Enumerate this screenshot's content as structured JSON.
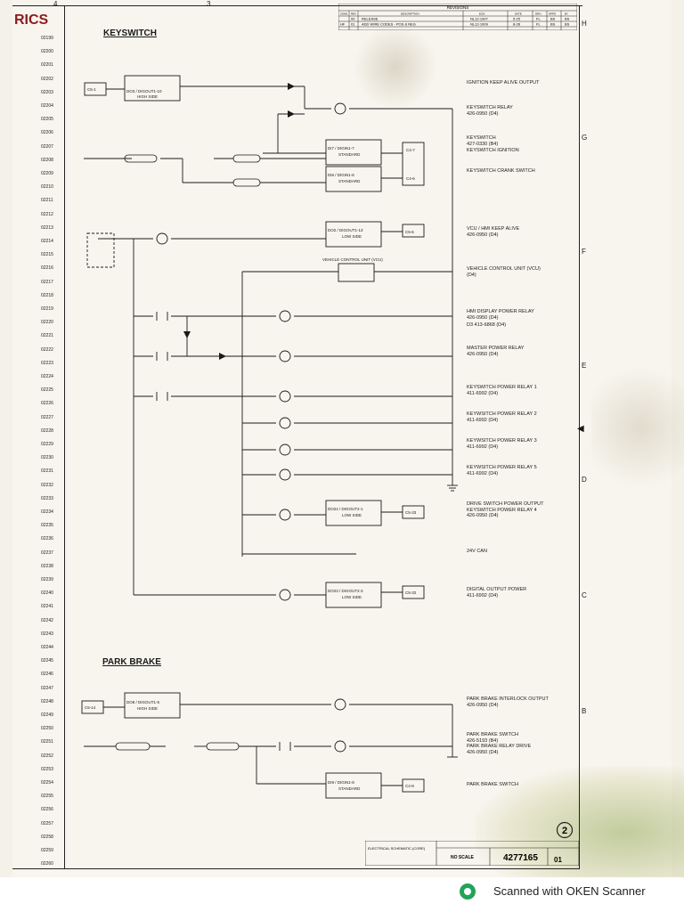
{
  "header": {
    "corner_title": "RICS",
    "frame_top_numbers": [
      "4",
      "3"
    ]
  },
  "revisions": {
    "title": "REVISIONS",
    "columns": [
      "ZONE",
      "REV",
      "DESCRIPTION",
      "ECN",
      "DATE",
      "DRN",
      "APPD",
      "BY"
    ],
    "rows": [
      {
        "rev": "00",
        "description": "RELEASE",
        "ecn": "NL12-1907",
        "date": "5-25",
        "drn": "FL",
        "appd": "BS",
        "by": "BS"
      },
      {
        "zone": "HF",
        "rev": "01",
        "description": "ADD WIRE CODES - POS & NEG",
        "ecn": "NL12-1909",
        "date": "8-28",
        "drn": "FL",
        "appd": "BS",
        "by": "BS"
      }
    ]
  },
  "zones_right": [
    "H",
    "G",
    "F",
    "E",
    "D",
    "C",
    "B"
  ],
  "row_numbers": [
    "02199",
    "02200",
    "02201",
    "02202",
    "02203",
    "02204",
    "02205",
    "02206",
    "02207",
    "02208",
    "02209",
    "02210",
    "02211",
    "02212",
    "02213",
    "02214",
    "02215",
    "02216",
    "02217",
    "02218",
    "02219",
    "02220",
    "02221",
    "02222",
    "02223",
    "02224",
    "02225",
    "02226",
    "02227",
    "02228",
    "02229",
    "02230",
    "02231",
    "02232",
    "02233",
    "02234",
    "02235",
    "02236",
    "02237",
    "02238",
    "02239",
    "02240",
    "02241",
    "02242",
    "02243",
    "02244",
    "02245",
    "02246",
    "02247",
    "02248",
    "02249",
    "02250",
    "02251",
    "02252",
    "02253",
    "02254",
    "02255",
    "02256",
    "02257",
    "02258",
    "02259",
    "02260"
  ],
  "sections": {
    "keyswitch": "KEYSWITCH",
    "park_brake": "PARK BRAKE"
  },
  "modules": {
    "do3": [
      "DO3 / DIGOUT1-10",
      "HIGH SIDE"
    ],
    "di7": [
      "DI7 / DIGIN1-7",
      "STANDARD"
    ],
    "di6": [
      "DI6 / DIGIN1-6",
      "STANDARD"
    ],
    "do2": [
      "DO2 / DIGOUT1-13",
      "LOW SIDE"
    ],
    "vcu": "VEHICLE CONTROL UNIT (VCU)",
    "do24": [
      "DO24 / DIGOUT2-1",
      "LOW SIDE"
    ],
    "do23": [
      "DO23 / DIGOUT2-3",
      "LOW SIDE"
    ],
    "do8": [
      "DO8 / DIGOUT1-5",
      "HIGH SIDE"
    ],
    "di9": [
      "DI9 / DIGIN1-8",
      "STANDARD"
    ]
  },
  "connectors": [
    "C5-1",
    "C4-7",
    "C4-6",
    "C5-6",
    "C5-33",
    "C5-32",
    "C5-14",
    "C4-8"
  ],
  "right_labels": [
    [
      "IGNITION KEEP ALIVE OUTPUT"
    ],
    [
      "KEYSWITCH RELAY",
      "426-0950        (D4)"
    ],
    [
      "KEYSWITCH",
      "427-0330        (B4)"
    ],
    [
      "KEYSWITCH IGNITION"
    ],
    [
      "KEYSWITCH CRANK SWITCH"
    ],
    [
      "VCU / HMI KEEP ALIVE",
      "426-0950        (D4)"
    ],
    [
      "VEHICLE CONTROL UNIT (VCU)",
      "               (D4)"
    ],
    [
      "HMI DISPLAY POWER RELAY",
      "426-0950        (D4)"
    ],
    [
      "D3  413-6868   (D4)"
    ],
    [
      "MASTER POWER RELAY",
      "426-0950        (D4)"
    ],
    [
      "KEYSWITCH POWER RELAY 1",
      "411-6992        (D4)"
    ],
    [
      "KEYWSITCH POWER RELAY 2",
      "411-6992        (D4)"
    ],
    [
      "KEYWSITCH POWER RELAY 3",
      "411-6992        (D4)"
    ],
    [
      "KEYWSITCH POWER RELAY 5",
      "411-6992        (D4)"
    ],
    [
      "DRIVE SWITCH POWER OUTPUT",
      "KEYSWITCH POWER RELAY 4",
      "426-0950        (D4)"
    ],
    [
      "24V CAN"
    ],
    [
      "DIGITAL OUTPUT POWER",
      "411-6992        (D4)"
    ],
    [
      "PARK BRAKE INTERLOCK OUTPUT",
      "426-0950        (D4)"
    ],
    [
      "PARK BRAKE SWITCH",
      "426-5193   (B4)",
      "PARK BRAKE RELAY DRIVE",
      "426-0950        (D4)"
    ],
    [
      "PARK BRAKE SWITCH"
    ]
  ],
  "title_block": {
    "caption": "ELECTRICAL SCHEMATIC (CORE)",
    "scale": "NO SCALE",
    "drawing_number": "4277165",
    "sheet": "01",
    "sheet_circle": "2"
  },
  "footer": {
    "scanner_text": "Scanned with OKEN Scanner"
  }
}
